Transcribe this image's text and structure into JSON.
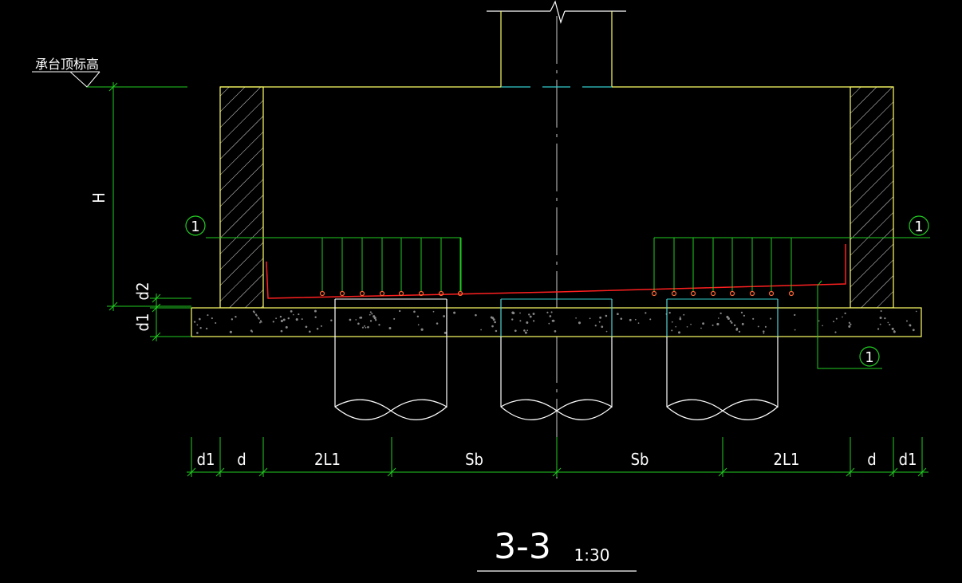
{
  "drawing": {
    "elevation_label": "承台顶标高",
    "height_label": "H",
    "d2_label": "d2",
    "d1_label": "d1",
    "rebar_tag": "1",
    "title": "3-3",
    "scale": "1:30",
    "dimensions": [
      "d1",
      "d",
      "2L1",
      "Sb",
      "Sb",
      "2L1",
      "d",
      "d1"
    ]
  },
  "colors": {
    "background": "#000000",
    "structure": "#ffff66",
    "dimension": "#22cc22",
    "rebar": "#ff2020",
    "pile": "#ffffff",
    "cyan": "#33cccc"
  }
}
